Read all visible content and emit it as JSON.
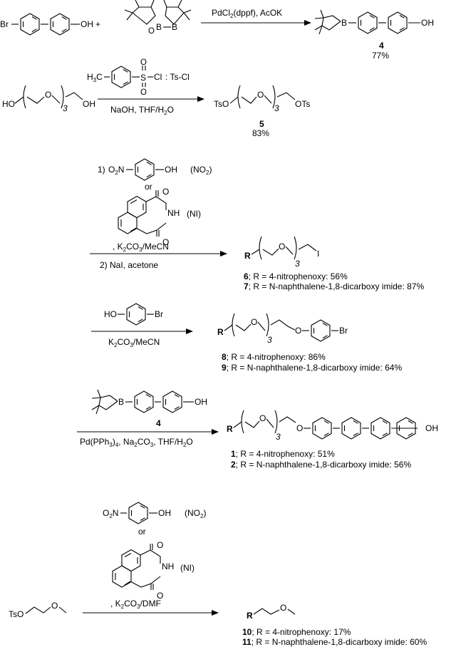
{
  "step1": {
    "sm_left": "Br",
    "sm_right": "OH",
    "plus": "+",
    "b1": "B",
    "b2": "B",
    "o": "O",
    "reagent": "PdCl",
    "reagent_sub": "2",
    "reagent_rest": "(dppf), AcOK",
    "prod_b": "B",
    "prod_oh": "OH",
    "compound": "4",
    "yield": "77%"
  },
  "step2": {
    "ho_left": "HO",
    "oh_right": "OH",
    "o": "O",
    "n": "3",
    "h3c": "H",
    "h3c_sub": "3",
    "h3c_c": "C",
    "s": "S",
    "cl": "Cl",
    "tscl": ": Ts-Cl",
    "conditions": "NaOH, THF/H",
    "conditions_sub": "2",
    "conditions_end": "O",
    "ts_left": "TsO",
    "ots_right": "OTs",
    "compound": "5",
    "yield": "83%"
  },
  "step3": {
    "num1": "1)",
    "o2n": "O",
    "o2n_sub": "2",
    "o2n_n": "N",
    "oh": "OH",
    "no2_tag": "(NO",
    "no2_sub": "2",
    "no2_close": ")",
    "or": "or",
    "o": "O",
    "nh": "NH",
    "ni_tag": "(NI)",
    "base": ", K",
    "base_sub1": "2",
    "base_co": "CO",
    "base_sub2": "3",
    "base_rest": "/MeCN",
    "num2": "2) NaI, acetone",
    "r": "R",
    "n": "3",
    "i": "I",
    "p6_num": "6",
    "p6_text": "; R = 4-nitrophenoxy: 56%",
    "p7_num": "7",
    "p7_text": "; R = N-naphthalene-1,8-dicarboxy imide: 87%"
  },
  "step4": {
    "ho": "HO",
    "br": "Br",
    "base": "K",
    "base_sub1": "2",
    "base_co": "CO",
    "base_sub2": "3",
    "base_rest": "/MeCN",
    "r": "R",
    "o": "O",
    "n": "3",
    "p8_num": "8",
    "p8_text": "; R = 4-nitrophenoxy: 86%",
    "p9_num": "9",
    "p9_text": "; R = N-naphthalene-1,8-dicarboxy imide: 64%"
  },
  "step5": {
    "b": "B",
    "o": "O",
    "oh": "OH",
    "compound": "4",
    "cond_a": "Pd(PPh",
    "cond_sub1": "3",
    "cond_b": ")",
    "cond_sub2": "4",
    "cond_c": ", Na",
    "cond_sub3": "2",
    "cond_d": "CO",
    "cond_sub4": "3",
    "cond_e": ", THF/H",
    "cond_sub5": "2",
    "cond_f": "O",
    "r": "R",
    "n": "3",
    "p1_num": "1",
    "p1_text": "; R = 4-nitrophenoxy: 51%",
    "p2_num": "2",
    "p2_text": "; R = N-naphthalene-1,8-dicarboxy imide: 56%"
  },
  "step6": {
    "o2n": "O",
    "o2n_sub": "2",
    "o2n_n": "N",
    "oh": "OH",
    "no2_tag": "(NO",
    "no2_sub": "2",
    "no2_close": ")",
    "or": "or",
    "o": "O",
    "nh": "NH",
    "ni_tag": "(NI)",
    "base": ", K",
    "base_sub1": "2",
    "base_co": "CO",
    "base_sub2": "3",
    "base_rest": "/DMF",
    "tso": "TsO",
    "r": "R",
    "p10_num": "10",
    "p10_text": "; R = 4-nitrophenoxy:  17%",
    "p11_num": "11",
    "p11_text": "; R = N-naphthalene-1,8-dicarboxy imide: 60%"
  }
}
